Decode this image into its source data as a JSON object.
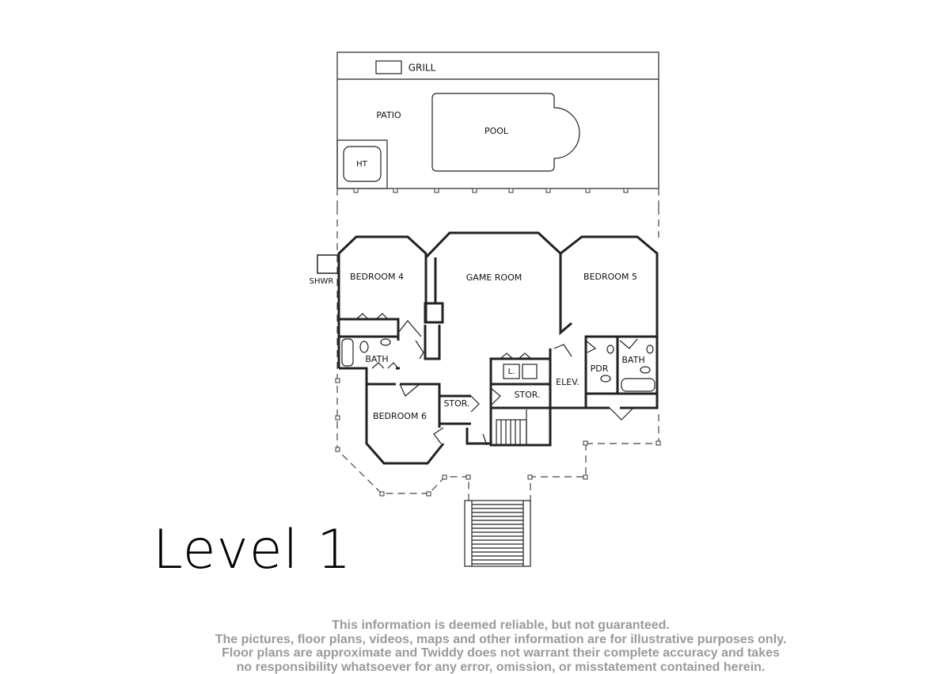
{
  "plan": {
    "title": "Level 1",
    "rooms": {
      "grill": "GRILL",
      "patio": "PATIO",
      "pool": "POOL",
      "hot_tub": "HT",
      "shower": "SHWR",
      "bedroom4": "BEDROOM 4",
      "game_room": "GAME ROOM",
      "bedroom5": "BEDROOM 5",
      "bath_left": "BATH",
      "laundry": "L.",
      "storage_center": "STOR.",
      "elevator": "ELEV.",
      "powder": "PDR",
      "bath_right": "BATH",
      "storage_left": "STOR.",
      "bedroom6": "BEDROOM 6"
    }
  },
  "disclaimer": [
    "This information is deemed reliable, but not guaranteed.",
    "The pictures, floor plans, videos, maps and other information are for illustrative purposes only.",
    "Floor plans are approximate and Twiddy does not warrant their complete accuracy and takes",
    "no responsibility whatsoever for any error, omission, or misstatement contained herein."
  ]
}
